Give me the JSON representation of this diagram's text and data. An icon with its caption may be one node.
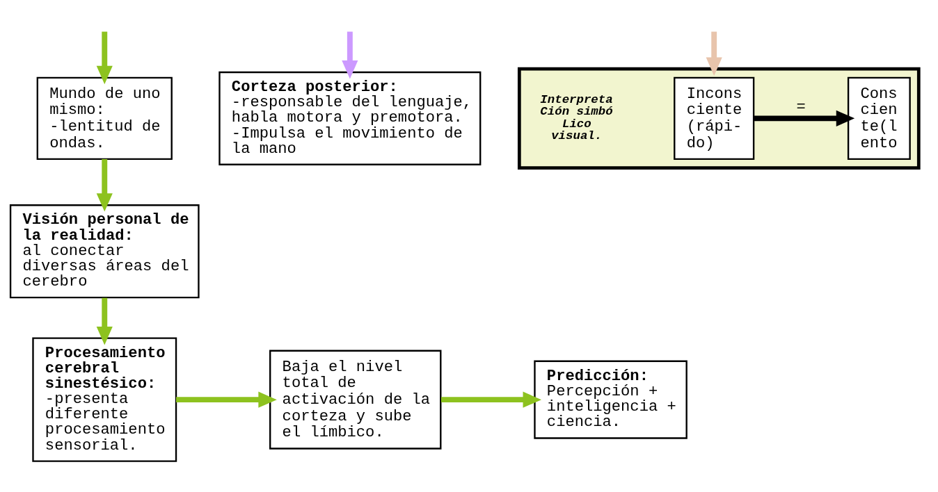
{
  "diagram": {
    "nodes": [
      {
        "text": [
          "Mundo de uno mismo:",
          "-lentitud de ondas."
        ]
      },
      {
        "text": [
          "Visión personal de la realidad:",
          "al conectar diversas áreas del cerebro"
        ]
      },
      {
        "text": [
          "Procesamiento cerebral sinestésico:",
          "-presenta diferente procesamiento sensorial."
        ]
      },
      {
        "text": [
          "Baja el nivel total de activación de la corteza y sube el límbico."
        ]
      },
      {
        "text": [
          "Predicción:",
          "Percepción + inteligencia + ciencia."
        ]
      },
      {
        "text": [
          "Corteza posterior:",
          "-responsable del lenguaje, habla motora y premotora.",
          "-Impulsa el movimiento de la mano"
        ]
      },
      {
        "text": [],
        "shape": "box"
      },
      {
        "text": [
          "Incons ciente (rápi- do)"
        ],
        "in": 6
      },
      {
        "text": [
          "Cons cien te(l ento"
        ],
        "in": 6
      }
    ],
    "edges": [
      {
        "from": null,
        "to": 0,
        "arrow": "to"
      },
      {
        "from": 0,
        "to": 1,
        "arrow": "to"
      },
      {
        "from": 1,
        "to": 2,
        "arrow": "to"
      },
      {
        "from": 2,
        "to": 3,
        "arrow": "to"
      },
      {
        "from": 3,
        "to": 4,
        "arrow": "to"
      },
      {
        "from": null,
        "to": 5,
        "arrow": "to",
        "color": "#cc99ff"
      },
      {
        "from": null,
        "to": 6,
        "arrow": "to",
        "color": "#e8c4ac"
      },
      {
        "from": 7,
        "to": 8,
        "arrow": "to",
        "label": "=",
        "color": "#000000"
      }
    ],
    "labels": [
      "Interpreta Ción simbó Lico visual."
    ]
  }
}
